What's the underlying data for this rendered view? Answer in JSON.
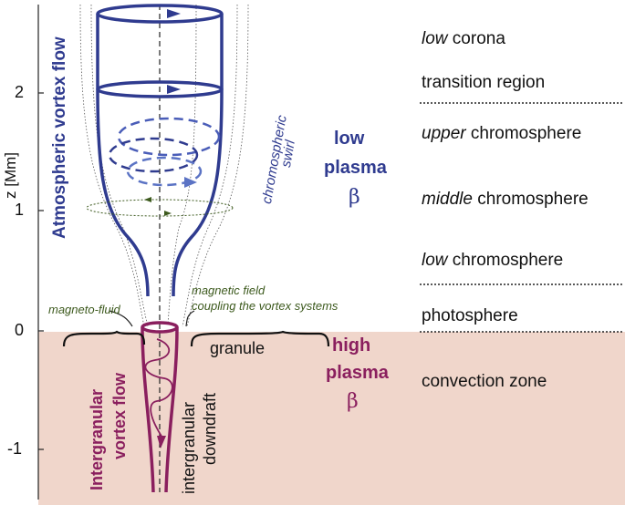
{
  "axis": {
    "label": "z [Mm]",
    "ticks": [
      "2",
      "1",
      "0",
      "-1"
    ]
  },
  "layers": [
    {
      "emphasis": "low",
      "rest": " corona"
    },
    {
      "emphasis": "",
      "rest": "transition region"
    },
    {
      "emphasis": "upper",
      "rest": " chromosphere"
    },
    {
      "emphasis": "middle",
      "rest": " chromosphere"
    },
    {
      "emphasis": "low",
      "rest": " chromosphere"
    },
    {
      "emphasis": "",
      "rest": "photosphere"
    },
    {
      "emphasis": "",
      "rest": "convection zone"
    }
  ],
  "labels": {
    "atmospheric_vortex": "Atmospheric vortex flow",
    "chromospheric_swirl": [
      "chromospheric",
      "swirl"
    ],
    "low_beta": [
      "low",
      "plasma",
      "β"
    ],
    "high_beta": [
      "high",
      "plasma",
      "β"
    ],
    "magneto_fluid": "magneto-fluid",
    "magnetic_coupling": [
      "magnetic field",
      "coupling the vortex systems"
    ],
    "granule": "granule",
    "intergranular_vortex": [
      "Intergranular",
      "vortex flow"
    ],
    "intergranular_downdraft": [
      "intergranular",
      "downdraft"
    ]
  },
  "colors": {
    "atmosphere_blue": "#2f3b8f",
    "light_blue": "#5b73c4",
    "subsurface_magenta": "#8a1f5e",
    "convection_bg": "#f0d6cb",
    "field_green": "#3d5a1e"
  }
}
